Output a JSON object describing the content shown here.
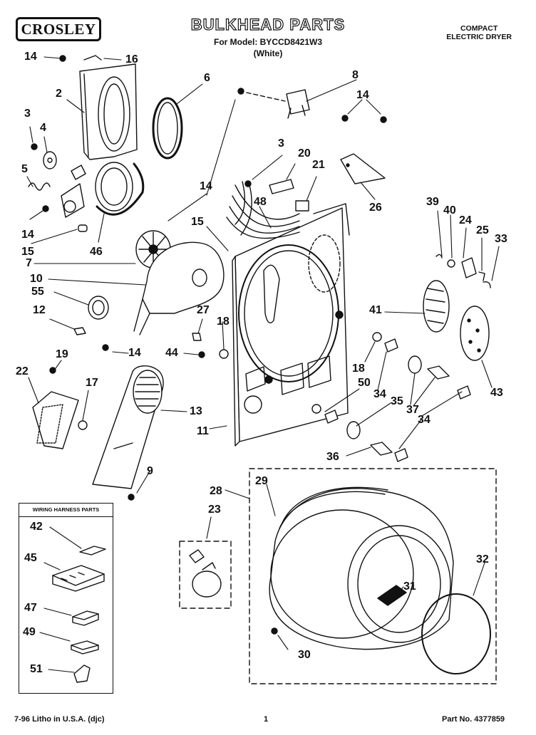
{
  "header": {
    "brand": "CROSLEY",
    "title": "BULKHEAD PARTS",
    "model_line": "For Model: BYCCD8421W3",
    "color_line": "(White)",
    "category_line1": "COMPACT",
    "category_line2": "ELECTRIC DRYER"
  },
  "callouts": {
    "c14a": "14",
    "c16": "16",
    "c2": "2",
    "c6": "6",
    "c8": "8",
    "c14b": "14",
    "c3a": "3",
    "c4": "4",
    "c5": "5",
    "c14c": "14",
    "c15a": "15",
    "c46": "46",
    "c7": "7",
    "c10": "10",
    "c55": "55",
    "c12": "12",
    "c14d": "14",
    "c3b": "3",
    "c20": "20",
    "c21": "21",
    "c48": "48",
    "c26a": "26",
    "c14e": "14",
    "c15b": "15",
    "c27": "27",
    "c18a": "18",
    "c44": "44",
    "c39": "39",
    "c40": "40",
    "c24": "24",
    "c25": "25",
    "c33": "33",
    "c41": "41",
    "c18b": "18",
    "c43": "43",
    "c50": "50",
    "c34a": "34",
    "c35": "35",
    "c37": "37",
    "c34b": "34",
    "c36": "36",
    "c19": "19",
    "c22": "22",
    "c17": "17",
    "c13": "13",
    "c11": "11",
    "c9": "9",
    "c28": "28",
    "c29": "29",
    "c23": "23",
    "c32": "32",
    "c31": "31",
    "c30": "30",
    "c42": "42",
    "c45": "45",
    "c47": "47",
    "c49": "49",
    "c51": "51"
  },
  "harness": {
    "title": "WIRING HARNESS PARTS"
  },
  "footer": {
    "litho": "7-96 Litho in U.S.A. (djc)",
    "page": "1",
    "part_no": "Part No. 4377859"
  }
}
